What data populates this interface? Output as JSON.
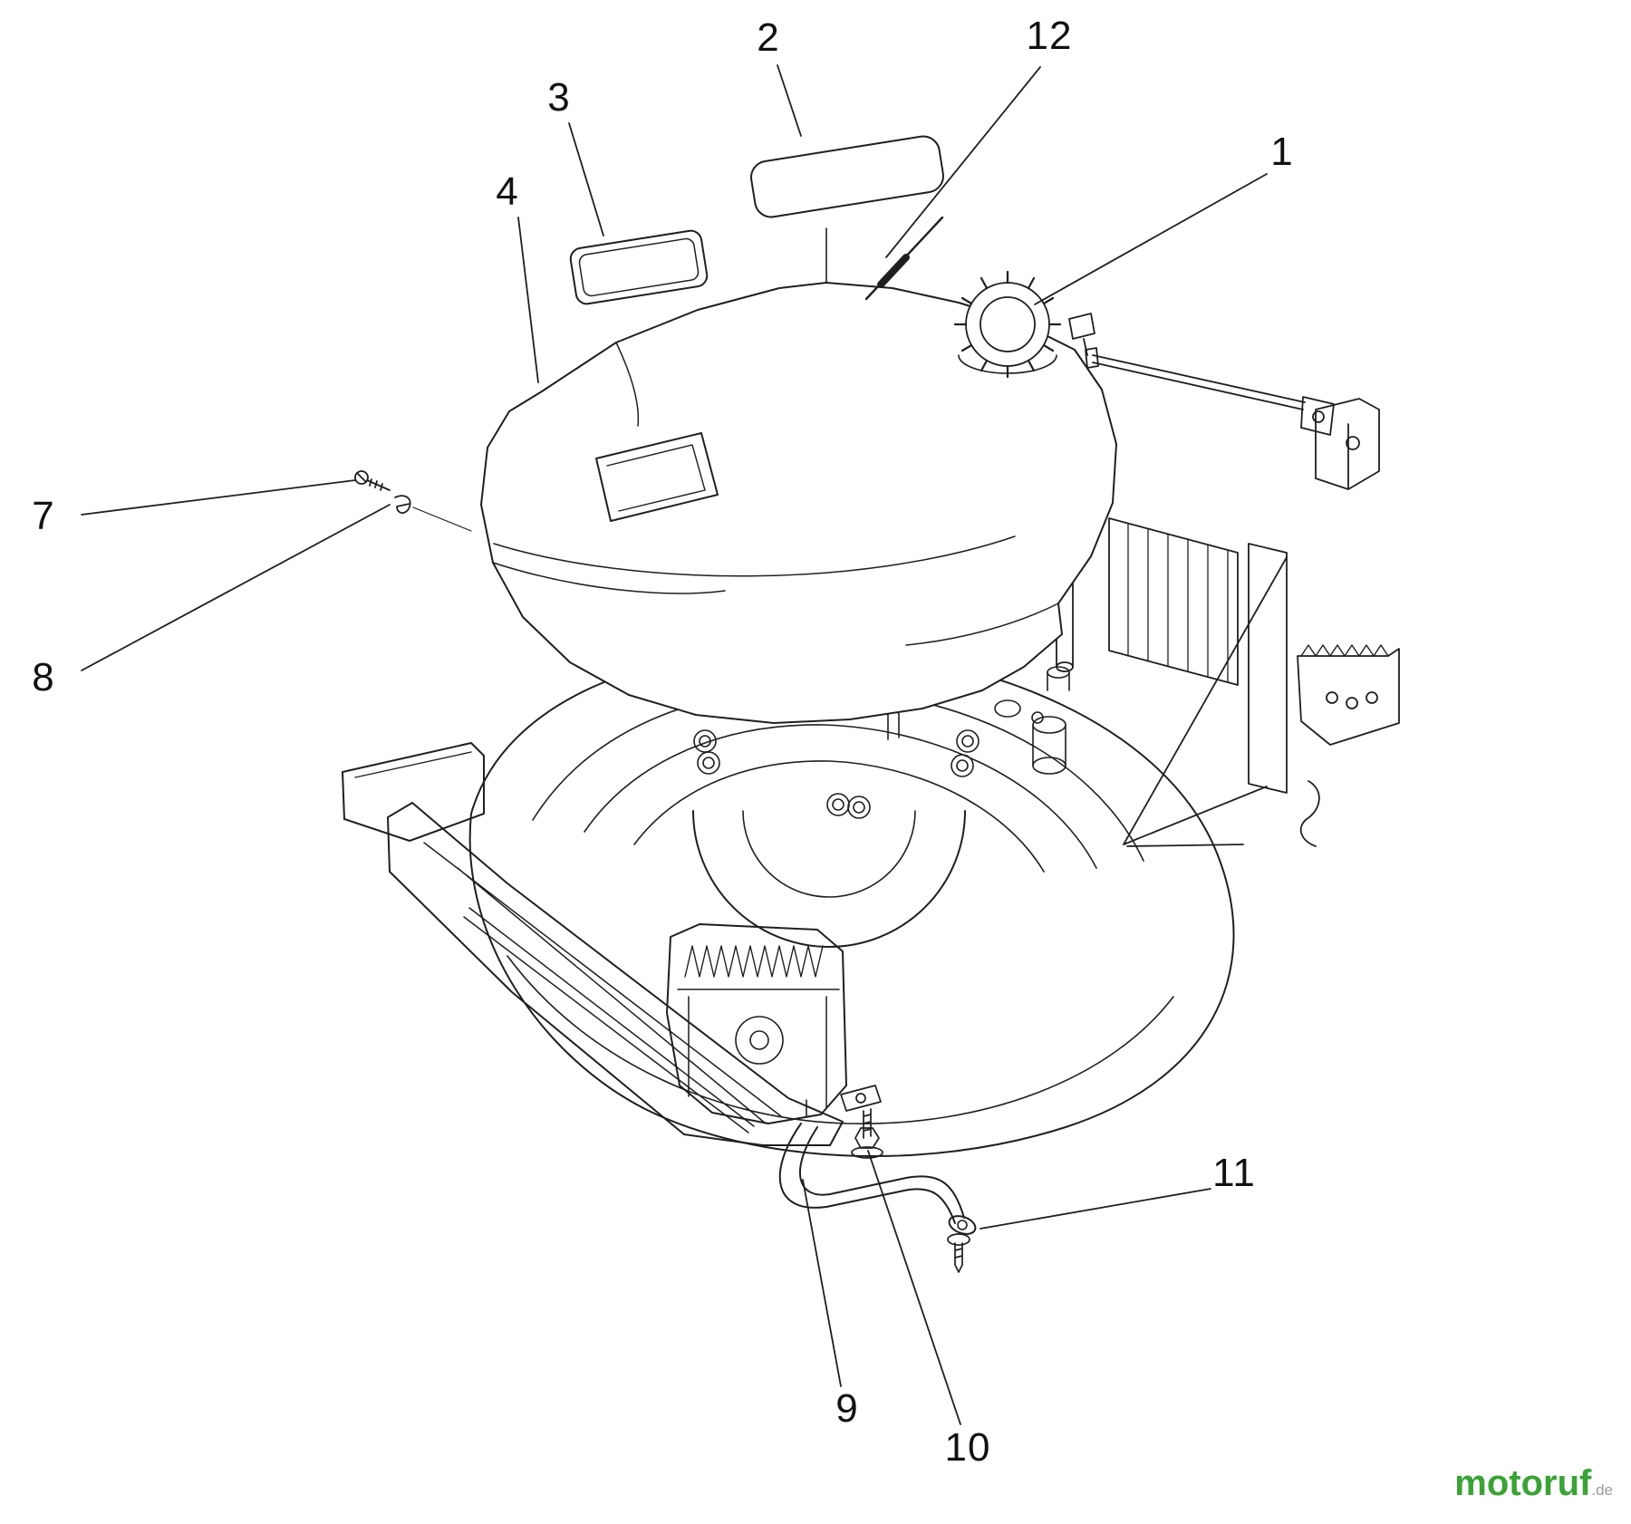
{
  "page": {
    "background": "#ffffff",
    "line_color": "#1f1f1f"
  },
  "diagram": {
    "callouts": [
      {
        "label": "1"
      },
      {
        "label": "2"
      },
      {
        "label": "3"
      },
      {
        "label": "4"
      },
      {
        "label": "7"
      },
      {
        "label": "8"
      },
      {
        "label": "9"
      },
      {
        "label": "10"
      },
      {
        "label": "11"
      },
      {
        "label": "12"
      }
    ]
  },
  "watermark": {
    "brand": "motoruf",
    "suffix": ".de",
    "brand_color": "#3aa335",
    "suffix_color": "#9a9a9a"
  }
}
